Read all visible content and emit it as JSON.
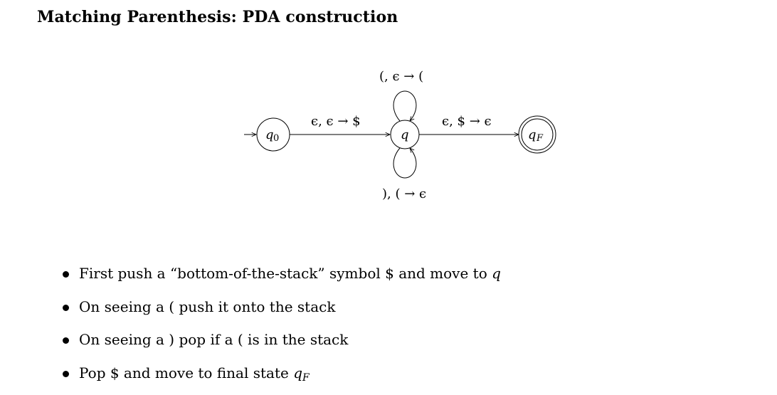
{
  "title": "Matching Parenthesis: PDA construction",
  "diagram": {
    "states": [
      {
        "id": "q0",
        "label_main": "q",
        "label_sub": "0",
        "accepting": false,
        "start": true
      },
      {
        "id": "q",
        "label_main": "q",
        "label_sub": "",
        "accepting": false,
        "start": false
      },
      {
        "id": "qF",
        "label_main": "q",
        "label_sub": "F",
        "accepting": true,
        "start": false
      }
    ],
    "transitions": [
      {
        "from": "q0",
        "to": "q",
        "label": "ϵ, ϵ → $"
      },
      {
        "from": "q",
        "to": "q",
        "label": "(, ϵ → (",
        "loop": "above"
      },
      {
        "from": "q",
        "to": "q",
        "label": "), ( → ϵ",
        "loop": "below"
      },
      {
        "from": "q",
        "to": "qF",
        "label": "ϵ, $ → ϵ"
      }
    ]
  },
  "bullets": [
    {
      "text": "First push a “bottom-of-the-stack” symbol $ and move to ",
      "math": "q",
      "sub": ""
    },
    {
      "text": "On seeing a ( push it onto the stack",
      "math": "",
      "sub": ""
    },
    {
      "text": "On seeing a ) pop if a ( is in the stack",
      "math": "",
      "sub": ""
    },
    {
      "text": "Pop $ and move to final state ",
      "math": "q",
      "sub": "F"
    }
  ]
}
